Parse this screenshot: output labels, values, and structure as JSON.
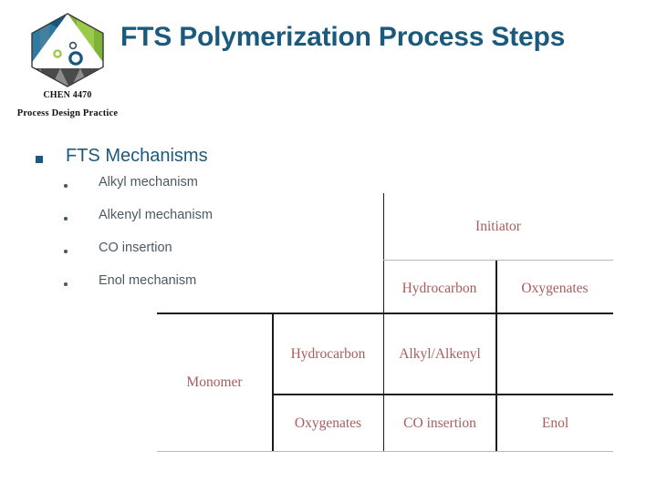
{
  "slide": {
    "title": "FTS Polymerization Process Steps",
    "logo": {
      "icon": "hexagon-logo-icon",
      "course_code": "CHEN 4470",
      "program": "Process Design Practice",
      "colors": {
        "blue_dark": "#15577d",
        "blue_mid": "#2f7aa3",
        "blue_steel": "#46809f",
        "green_light": "#9ccb4a",
        "green_mid": "#7fb335",
        "gray_dark": "#4a4a4a",
        "gray_mid": "#8d8d8d",
        "outline": "#3a3a3a"
      }
    },
    "accent_color": "#1b5a7d",
    "body_text_color": "#4a5a63",
    "matrix_text_color": "#a85c5c"
  },
  "outline": {
    "level1": {
      "bullet_glyph": "square-bullet-icon",
      "text": "FTS Mechanisms"
    },
    "level2_bullet_glyph": "round-bullet-icon",
    "level2": [
      {
        "text": "Alkyl mechanism"
      },
      {
        "text": "Alkenyl mechanism"
      },
      {
        "text": "CO insertion"
      },
      {
        "text": "Enol mechanism"
      }
    ]
  },
  "matrix": {
    "axis_labels": {
      "columns_header": "Initiator",
      "rows_header": "Monomer"
    },
    "column_headers": [
      "Hydrocarbon",
      "Oxygenates"
    ],
    "row_headers": [
      "Hydrocarbon",
      "Oxygenates"
    ],
    "cells": [
      [
        "Alkyl/Alkenyl",
        ""
      ],
      [
        "CO insertion",
        "Enol"
      ]
    ]
  }
}
